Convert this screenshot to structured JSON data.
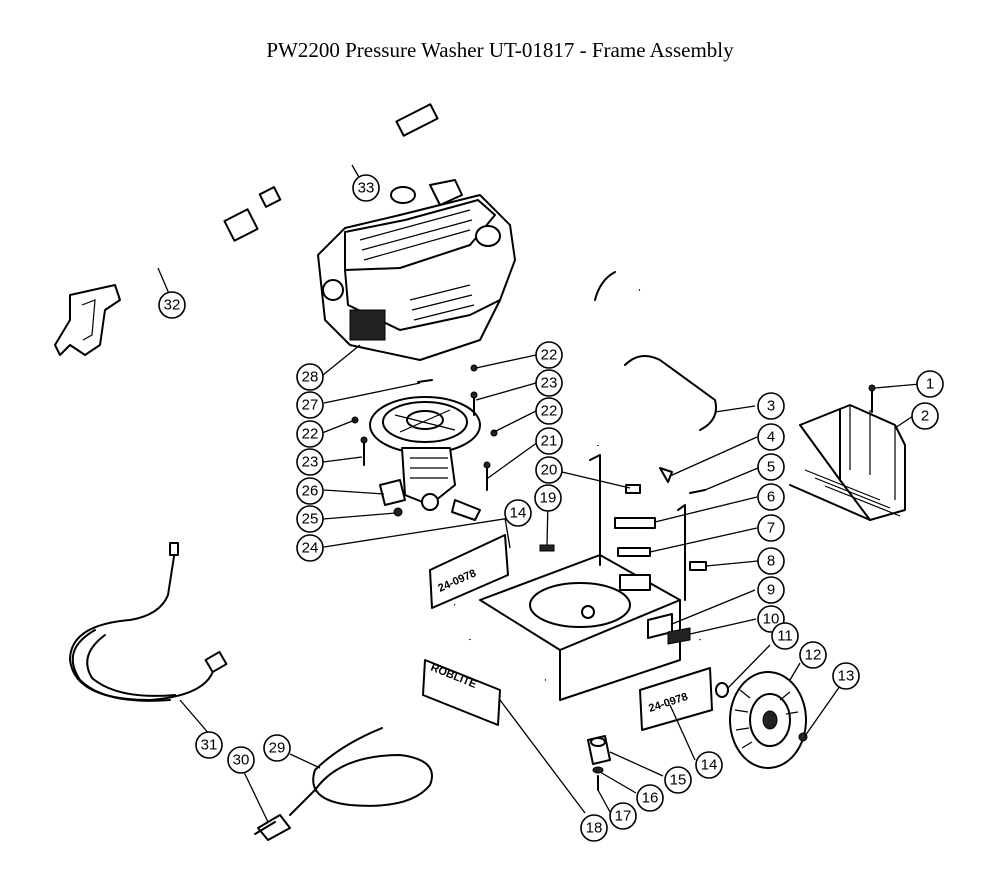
{
  "title": "PW2200 Pressure Washer UT-01817 - Frame Assembly",
  "callouts": [
    {
      "n": "1"
    },
    {
      "n": "2"
    },
    {
      "n": "3"
    },
    {
      "n": "4"
    },
    {
      "n": "5"
    },
    {
      "n": "6"
    },
    {
      "n": "7"
    },
    {
      "n": "8"
    },
    {
      "n": "9"
    },
    {
      "n": "10"
    },
    {
      "n": "11"
    },
    {
      "n": "12"
    },
    {
      "n": "13"
    },
    {
      "n": "14"
    },
    {
      "n": "14"
    },
    {
      "n": "15"
    },
    {
      "n": "16"
    },
    {
      "n": "17"
    },
    {
      "n": "18"
    },
    {
      "n": "19"
    },
    {
      "n": "20"
    },
    {
      "n": "21"
    },
    {
      "n": "22"
    },
    {
      "n": "22"
    },
    {
      "n": "22"
    },
    {
      "n": "23"
    },
    {
      "n": "23"
    },
    {
      "n": "24"
    },
    {
      "n": "25"
    },
    {
      "n": "26"
    },
    {
      "n": "27"
    },
    {
      "n": "28"
    },
    {
      "n": "29"
    },
    {
      "n": "30"
    },
    {
      "n": "31"
    },
    {
      "n": "32"
    },
    {
      "n": "33"
    }
  ]
}
